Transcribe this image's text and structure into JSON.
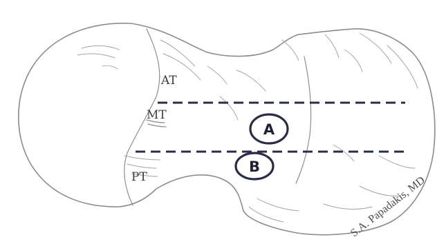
{
  "labels": {
    "anterior_third": "AT",
    "middle_third": "MT",
    "posterior_third": "PT"
  },
  "zones": {
    "a": "A",
    "b": "B"
  },
  "signature": "S.A. Papadakis, MD",
  "colors": {
    "outline": "#8a8a8a",
    "dashed_lines": "#2a2b44",
    "zone_markers": "#2a2b44",
    "label_text": "#3a3a3a"
  }
}
